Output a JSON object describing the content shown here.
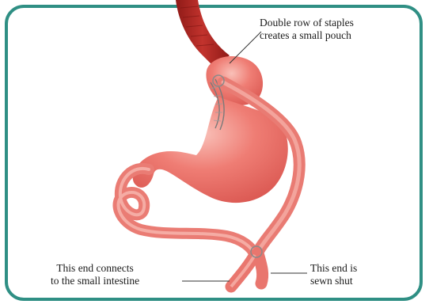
{
  "labels": {
    "staples_line1": "Double row of staples",
    "staples_line2": "creates a small pouch",
    "connects_line1": "This end connects",
    "connects_line2": "to the small intestine",
    "sewn_line1": "This end is",
    "sewn_line2": "sewn shut"
  },
  "colors": {
    "border": "#2f8f84",
    "stomach": "#ec6c66",
    "stomach_highlight": "#f6b3ac",
    "esophagus": "#b52a25",
    "intestine": "#f08d86",
    "label_text": "#1a1a1a",
    "leader_line": "#333333"
  }
}
